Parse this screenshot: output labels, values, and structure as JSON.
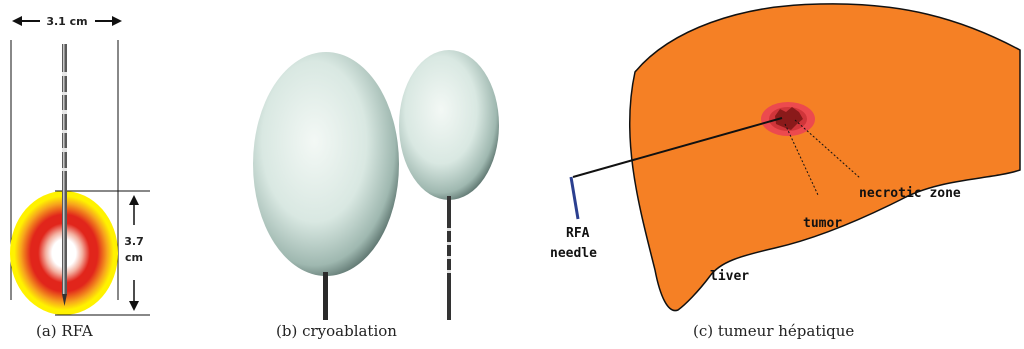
{
  "panel_a": {
    "width_label": "3.1 cm",
    "height_label_top": "3.7",
    "height_label_bottom": "cm",
    "caption": "(a) RFA"
  },
  "panel_b": {
    "caption": "(b) cryoablation"
  },
  "panel_c": {
    "needle_label_line1": "RFA",
    "needle_label_line2": "needle",
    "tumor_label": "tumor",
    "necrotic_label": "necrotic zone",
    "liver_label": "liver",
    "caption": "(c) tumeur hépatique"
  },
  "colors": {
    "liver": "#f58025",
    "ablation_outer": "#fff200",
    "ablation_mid": "#f7a41d",
    "ablation_inner": "#e1251b",
    "necrotic_zone": "#ec4a4e",
    "tumor": "#8a1a1a",
    "needle": "#2b3f8f"
  }
}
